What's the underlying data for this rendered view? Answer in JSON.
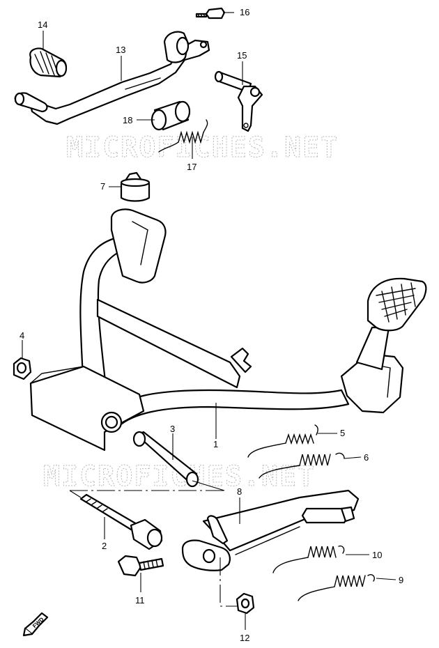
{
  "watermark": {
    "text": "MICROFICHES.NET"
  },
  "callouts": {
    "p1": "1",
    "p2": "2",
    "p3": "3",
    "p4": "4",
    "p5": "5",
    "p6": "6",
    "p7": "7",
    "p8": "8",
    "p9": "9",
    "p10": "10",
    "p11": "11",
    "p12": "12",
    "p13": "13",
    "p14": "14",
    "p15": "15",
    "p16": "16",
    "p17": "17",
    "p18": "18"
  },
  "direction_badge": {
    "text": "FWD"
  }
}
